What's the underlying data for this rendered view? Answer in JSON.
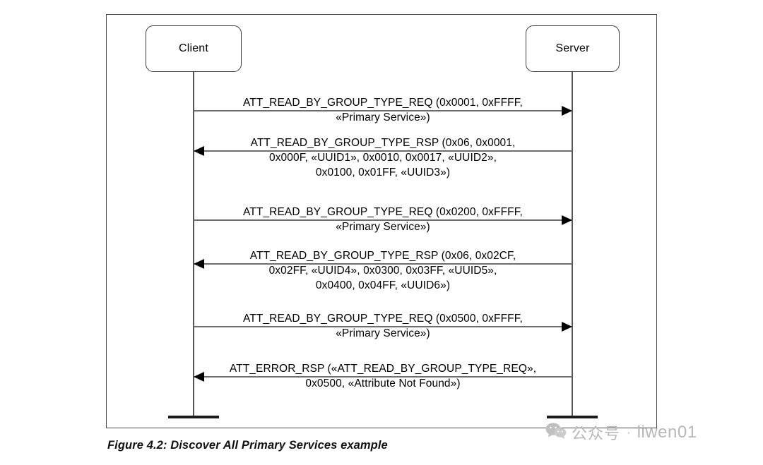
{
  "figure": {
    "caption": "Figure 4.2:  Discover All Primary Services example",
    "participants": [
      {
        "id": "client",
        "label": "Client"
      },
      {
        "id": "server",
        "label": "Server"
      }
    ],
    "messages": [
      {
        "direction": "right",
        "lines": [
          "ATT_READ_BY_GROUP_TYPE_REQ (0x0001, 0xFFFF,",
          "«Primary Service»)"
        ]
      },
      {
        "direction": "left",
        "lines": [
          "ATT_READ_BY_GROUP_TYPE_RSP (0x06, 0x0001,",
          "0x000F, «UUID1», 0x0010, 0x0017, «UUID2»,",
          "0x0100, 0x01FF, «UUID3»)"
        ]
      },
      {
        "direction": "right",
        "lines": [
          "ATT_READ_BY_GROUP_TYPE_REQ (0x0200, 0xFFFF,",
          "«Primary Service»)"
        ]
      },
      {
        "direction": "left",
        "lines": [
          "ATT_READ_BY_GROUP_TYPE_RSP (0x06, 0x02CF,",
          "0x02FF, «UUID4», 0x0300, 0x03FF, «UUID5»,",
          "0x0400, 0x04FF, «UUID6»)"
        ]
      },
      {
        "direction": "right",
        "lines": [
          "ATT_READ_BY_GROUP_TYPE_REQ (0x0500, 0xFFFF,",
          "«Primary Service»)"
        ]
      },
      {
        "direction": "left",
        "lines": [
          "ATT_ERROR_RSP («ATT_READ_BY_GROUP_TYPE_REQ»,",
          "0x0500, «Attribute Not Found»)"
        ]
      }
    ]
  },
  "watermark": {
    "icon": "wechat-icon",
    "text_cn": "公众号",
    "separator": "·",
    "text_en": "liwen01"
  },
  "colors": {
    "frame": "#4a4a4a",
    "lifeline": "#555555",
    "message_line": "#6d6d6d",
    "arrowhead": "#000000",
    "text": "#000000",
    "watermark": "#b4b4b4"
  }
}
